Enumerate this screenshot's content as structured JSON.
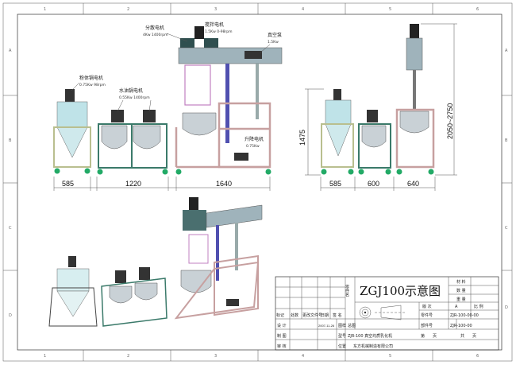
{
  "border": {
    "columns": [
      "1",
      "2",
      "3",
      "4",
      "5",
      "6"
    ],
    "rows": [
      "A",
      "B",
      "C",
      "D"
    ]
  },
  "labels": {
    "disperse_motor": {
      "name": "分散电机",
      "spec": "4Kw 1400rpm"
    },
    "stir_motor": {
      "name": "搅拌电机",
      "spec": "1.5Kw 0-98rpm"
    },
    "vacuum_pump": {
      "name": "真空泵",
      "spec": "1.5Kw"
    },
    "powder_motor": {
      "name": "粉体锅电机",
      "spec": "0.75Kw 98rpm"
    },
    "water_oil_motor": {
      "name": "水油锅电机",
      "spec": "0.55Kw 1400rpm"
    },
    "lift_motor": {
      "name": "升降电机",
      "spec": "0.75Kw"
    }
  },
  "dimensions": {
    "front": [
      "585",
      "1220",
      "1640"
    ],
    "side": [
      "585",
      "600",
      "640"
    ],
    "height_tank": "1475",
    "height_total": "2050~2750"
  },
  "title_block": {
    "title": "ZGJ100示意图",
    "part_name_label": "零件名",
    "material": "材 料",
    "quantity": "数 量",
    "weight": "重 量",
    "revision_label": "版 次",
    "revision": "A",
    "scale": "比 例",
    "part_no_label": "零件号",
    "part_no": "ZJR-100-00-00",
    "assembly_no_label": "部件号",
    "assembly_no": "ZJR-100-00",
    "sheet": "第　　页",
    "total": "共　　页",
    "rev_headers": [
      "标记",
      "处数",
      "更改文件号",
      "日期",
      "签 名"
    ],
    "design": "设 计",
    "design_date": "2007-11-26",
    "drawing_label": "图样",
    "drawing": "总图",
    "draft": "制 图",
    "model_label": "型号",
    "model": "ZJR-100 真空均质乳化机",
    "review": "审 核",
    "position_label": "位置",
    "company": "东方机械制造有限公司"
  }
}
